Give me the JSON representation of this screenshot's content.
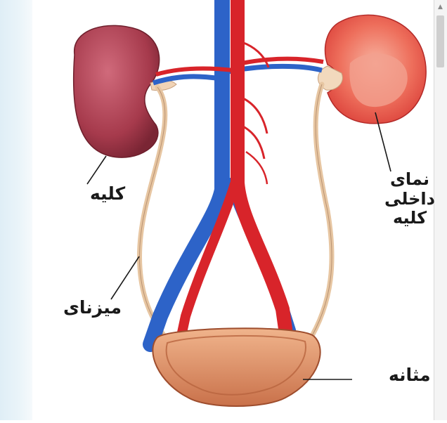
{
  "diagram": {
    "labels": {
      "kidney": "کلیه",
      "kidney_interior": "نمای\nداخلی\nکلیه",
      "ureter": "میزنای",
      "bladder": "مثانه"
    },
    "colors": {
      "kidney": "#a63a4c",
      "kidney_cut": "#e8574a",
      "artery": "#d8242a",
      "vein": "#2d63c8",
      "ureter": "#e8c7a3",
      "bladder": "#d98a5b"
    }
  }
}
